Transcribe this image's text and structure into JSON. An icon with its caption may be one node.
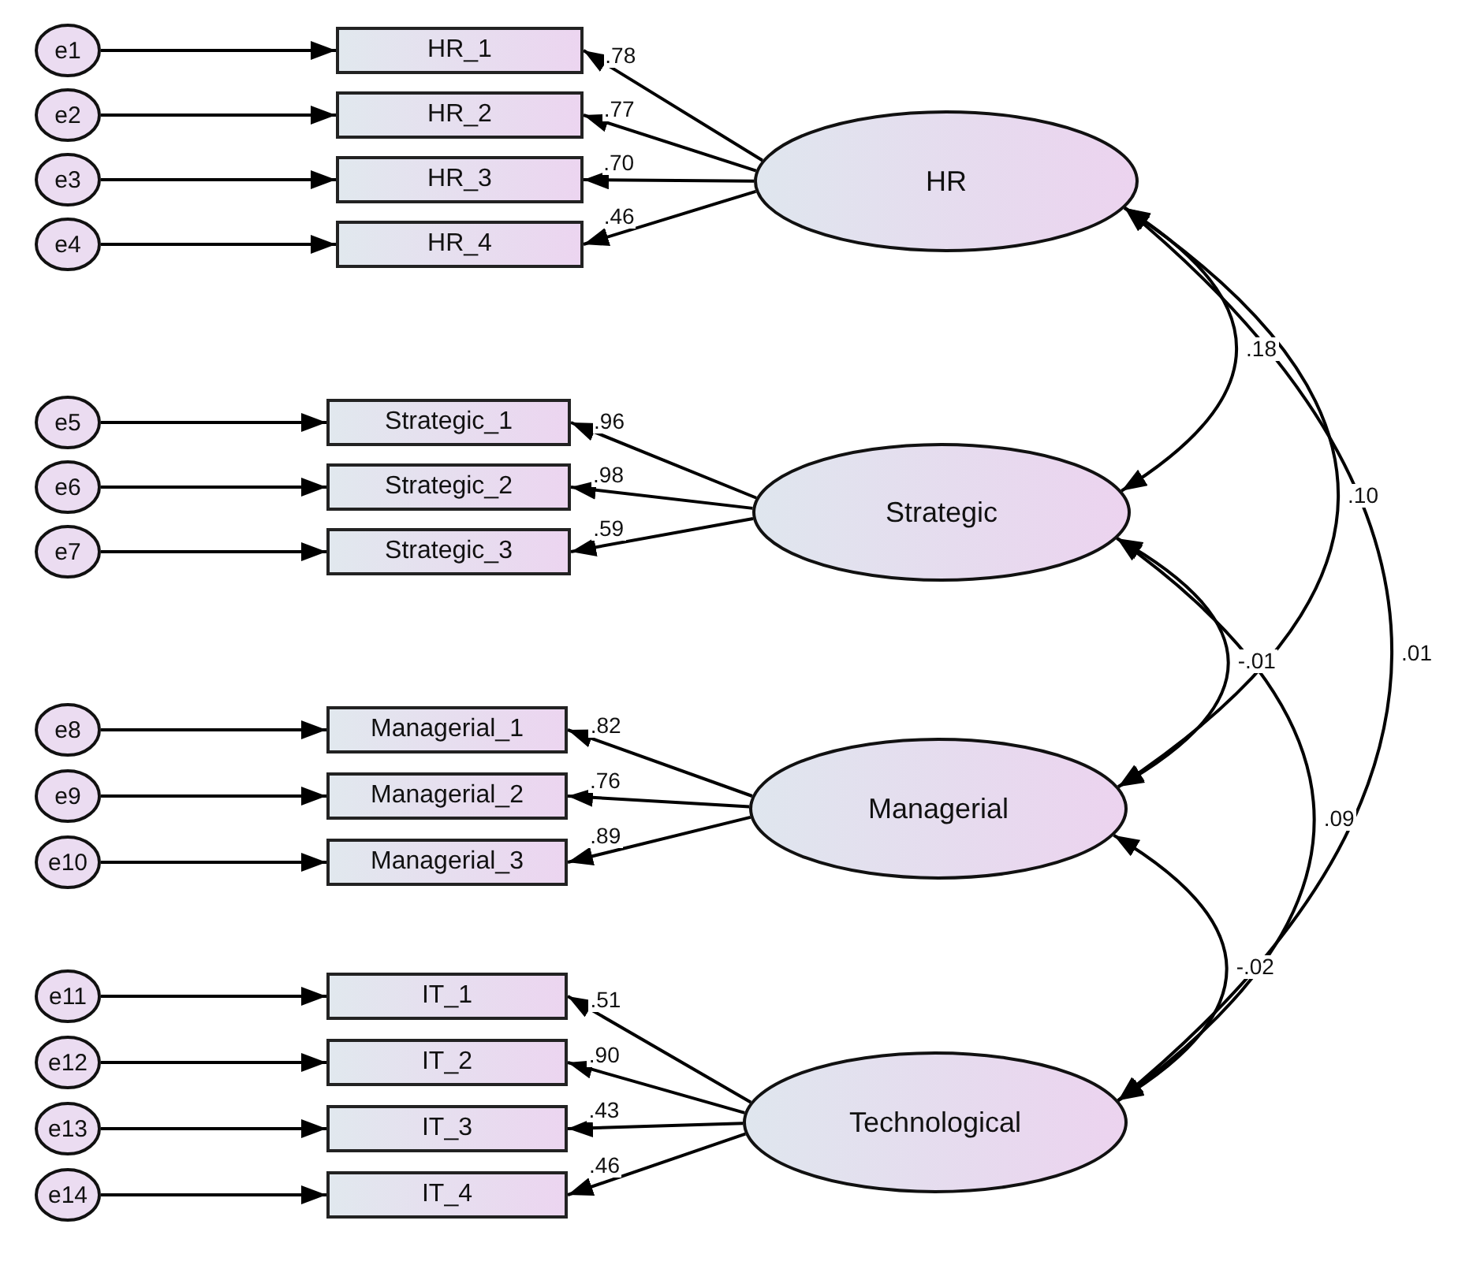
{
  "diagram": {
    "nodes": [
      {
        "text": [
          "e1"
        ]
      },
      {
        "text": [
          "e2"
        ]
      },
      {
        "text": [
          "e3"
        ]
      },
      {
        "text": [
          "e4"
        ]
      },
      {
        "text": [
          "e5"
        ]
      },
      {
        "text": [
          "e6"
        ]
      },
      {
        "text": [
          "e7"
        ]
      },
      {
        "text": [
          "e8"
        ]
      },
      {
        "text": [
          "e9"
        ]
      },
      {
        "text": [
          "e10"
        ]
      },
      {
        "text": [
          "e11"
        ]
      },
      {
        "text": [
          "e12"
        ]
      },
      {
        "text": [
          "e13"
        ]
      },
      {
        "text": [
          "e14"
        ]
      },
      {
        "text": [
          "HR_1"
        ]
      },
      {
        "text": [
          "HR_2"
        ]
      },
      {
        "text": [
          "HR_3"
        ]
      },
      {
        "text": [
          "HR_4"
        ]
      },
      {
        "text": [
          "Strategic_1"
        ]
      },
      {
        "text": [
          "Strategic_2"
        ]
      },
      {
        "text": [
          "Strategic_3"
        ]
      },
      {
        "text": [
          "Managerial_1"
        ]
      },
      {
        "text": [
          "Managerial_2"
        ]
      },
      {
        "text": [
          "Managerial_3"
        ]
      },
      {
        "text": [
          "IT_1"
        ]
      },
      {
        "text": [
          "IT_2"
        ]
      },
      {
        "text": [
          "IT_3"
        ]
      },
      {
        "text": [
          "IT_4"
        ]
      },
      {
        "text": [
          "HR"
        ]
      },
      {
        "text": [
          "Strategic"
        ]
      },
      {
        "text": [
          "Managerial"
        ]
      },
      {
        "text": [
          "Technological"
        ]
      }
    ],
    "edges": [
      {
        "from": 0,
        "to": 14,
        "arrow": "to"
      },
      {
        "from": 1,
        "to": 15,
        "arrow": "to"
      },
      {
        "from": 2,
        "to": 16,
        "arrow": "to"
      },
      {
        "from": 3,
        "to": 17,
        "arrow": "to"
      },
      {
        "from": 4,
        "to": 18,
        "arrow": "to"
      },
      {
        "from": 5,
        "to": 19,
        "arrow": "to"
      },
      {
        "from": 6,
        "to": 20,
        "arrow": "to"
      },
      {
        "from": 7,
        "to": 21,
        "arrow": "to"
      },
      {
        "from": 8,
        "to": 22,
        "arrow": "to"
      },
      {
        "from": 9,
        "to": 23,
        "arrow": "to"
      },
      {
        "from": 10,
        "to": 24,
        "arrow": "to"
      },
      {
        "from": 11,
        "to": 25,
        "arrow": "to"
      },
      {
        "from": 12,
        "to": 26,
        "arrow": "to"
      },
      {
        "from": 13,
        "to": 27,
        "arrow": "to"
      },
      {
        "from": 28,
        "to": 14,
        "arrow": "to",
        "label": ".78"
      },
      {
        "from": 28,
        "to": 15,
        "arrow": "to",
        "label": ".77"
      },
      {
        "from": 28,
        "to": 16,
        "arrow": "to",
        "label": ".70"
      },
      {
        "from": 28,
        "to": 17,
        "arrow": "to",
        "label": ".46"
      },
      {
        "from": 29,
        "to": 18,
        "arrow": "to",
        "label": ".96"
      },
      {
        "from": 29,
        "to": 19,
        "arrow": "to",
        "label": ".98"
      },
      {
        "from": 29,
        "to": 20,
        "arrow": "to",
        "label": ".59"
      },
      {
        "from": 30,
        "to": 21,
        "arrow": "to",
        "label": ".82"
      },
      {
        "from": 30,
        "to": 22,
        "arrow": "to",
        "label": ".76"
      },
      {
        "from": 30,
        "to": 23,
        "arrow": "to",
        "label": ".89"
      },
      {
        "from": 31,
        "to": 24,
        "arrow": "to",
        "label": ".51"
      },
      {
        "from": 31,
        "to": 25,
        "arrow": "to",
        "label": ".90"
      },
      {
        "from": 31,
        "to": 26,
        "arrow": "to",
        "label": ".43"
      },
      {
        "from": 31,
        "to": 27,
        "arrow": "to",
        "label": ".46"
      },
      {
        "from": 28,
        "to": 29,
        "arrow": "both",
        "label": ".18"
      },
      {
        "from": 28,
        "to": 30,
        "arrow": "both",
        "label": ".10"
      },
      {
        "from": 28,
        "to": 31,
        "arrow": "both",
        "label": ".01"
      },
      {
        "from": 29,
        "to": 30,
        "arrow": "both",
        "label": "-.01"
      },
      {
        "from": 29,
        "to": 31,
        "arrow": "both",
        "label": ".09"
      },
      {
        "from": 30,
        "to": 31,
        "arrow": "both",
        "label": "-.02"
      }
    ]
  }
}
